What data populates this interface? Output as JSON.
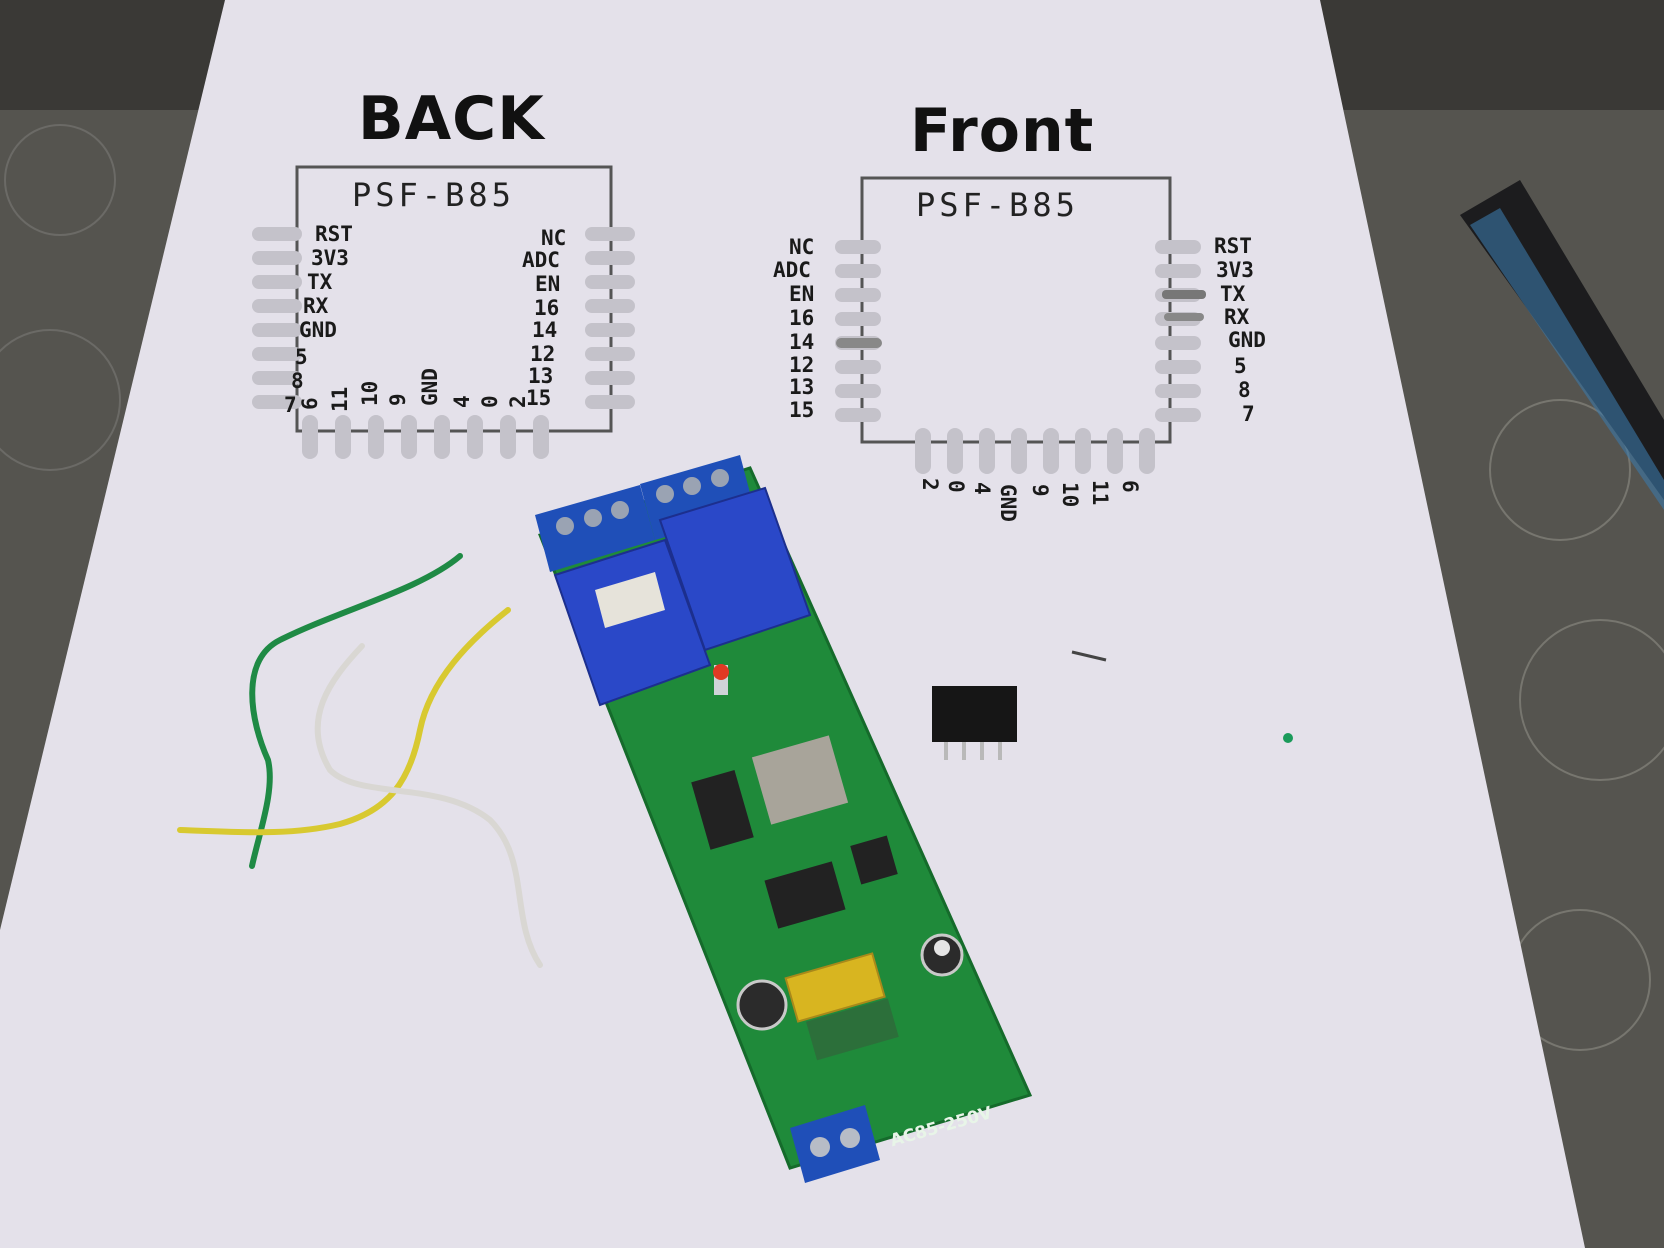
{
  "back": {
    "title": "BACK",
    "chip": "PSF-B85",
    "left_pins": [
      "RST",
      "3V3",
      "TX",
      "RX",
      "GND",
      "5",
      "8",
      "7"
    ],
    "right_pins": [
      "NC",
      "ADC",
      "EN",
      "16",
      "14",
      "12",
      "13",
      "15"
    ],
    "bottom_pins": [
      "6",
      "11",
      "10",
      "9",
      "GND",
      "4",
      "0",
      "2"
    ]
  },
  "front": {
    "title": "Front",
    "chip": "PSF-B85",
    "left_pins": [
      "NC",
      "ADC",
      "EN",
      "16",
      "14",
      "12",
      "13",
      "15"
    ],
    "right_pins": [
      "RST",
      "3V3",
      "TX",
      "RX",
      "GND",
      "5",
      "8",
      "7"
    ],
    "bottom_pins": [
      "2",
      "0",
      "4",
      "GND",
      "9",
      "10",
      "11",
      "6"
    ]
  },
  "board": {
    "power_label": "AC85-250V"
  },
  "colors": {
    "paper": "#e4e1ea",
    "pcb": "#1f8a3a",
    "terminal_blue": "#1f4fb8",
    "relay_blue": "#2a48c8"
  }
}
